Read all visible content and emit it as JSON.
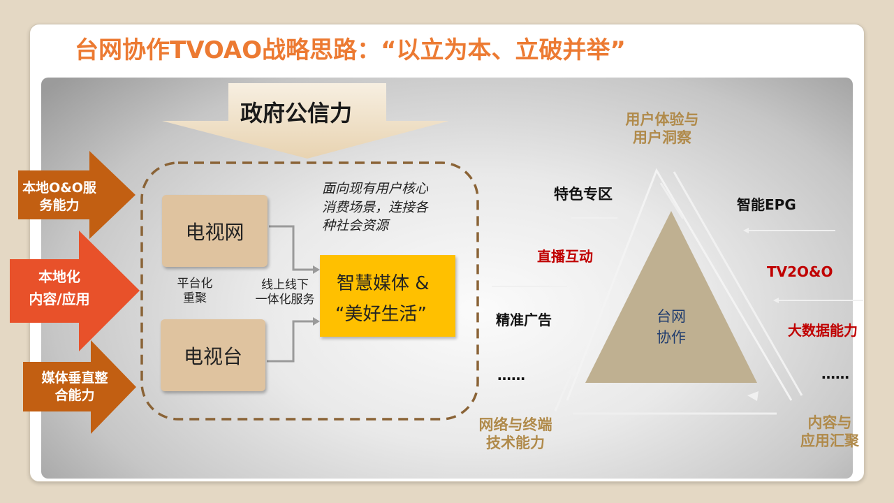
{
  "title": "台网协作TVOAO战略思路：“以立为本、立破并举”",
  "top_arrow": "政府公信力",
  "left_arrows": [
    {
      "line1": "本地O&O服",
      "line2": "务能力"
    },
    {
      "line1": "本地化",
      "line2": "内容/应用"
    },
    {
      "line1": "媒体垂直整",
      "line2": "合能力"
    }
  ],
  "boxes": {
    "tv_network": "电视网",
    "tv_station": "电视台",
    "smart_media_line1": "智慧媒体 &",
    "smart_media_line2": "“美好生活”"
  },
  "notes": {
    "platform_line1": "平台化",
    "platform_line2": "重聚",
    "online_line1": "线上线下",
    "online_line2": "一体化服务",
    "scene_line1": "面向现有用户核心",
    "scene_line2": "消费场景，连接各",
    "scene_line3": "种社会资源"
  },
  "triangle": {
    "center_line1": "台网",
    "center_line2": "协作",
    "top_line1": "用户体验与",
    "top_line2": "用户洞察",
    "bottom_left_line1": "网络与终端",
    "bottom_left_line2": "技术能力",
    "bottom_right_line1": "内容与",
    "bottom_right_line2": "应用汇聚"
  },
  "features": {
    "special_zone": "特色专区",
    "live_interaction": "直播互动",
    "precision_ads": "精准广告",
    "ellipsis_left": "……",
    "smart_epg": "智能EPG",
    "tv2oo": "TV2O&O",
    "big_data": "大数据能力",
    "ellipsis_right": "……"
  },
  "colors": {
    "title_orange": "#ec7a32",
    "arrow_orange": "#c25f12",
    "arrow_red": "#e8512a",
    "box_tan": "#dfc39f",
    "highlight_yellow": "#ffc000",
    "gold_text": "#b08a4a",
    "red_text": "#c00000",
    "triangle_fill": "#bfb091",
    "triangle_text": "#1f3c6e"
  }
}
